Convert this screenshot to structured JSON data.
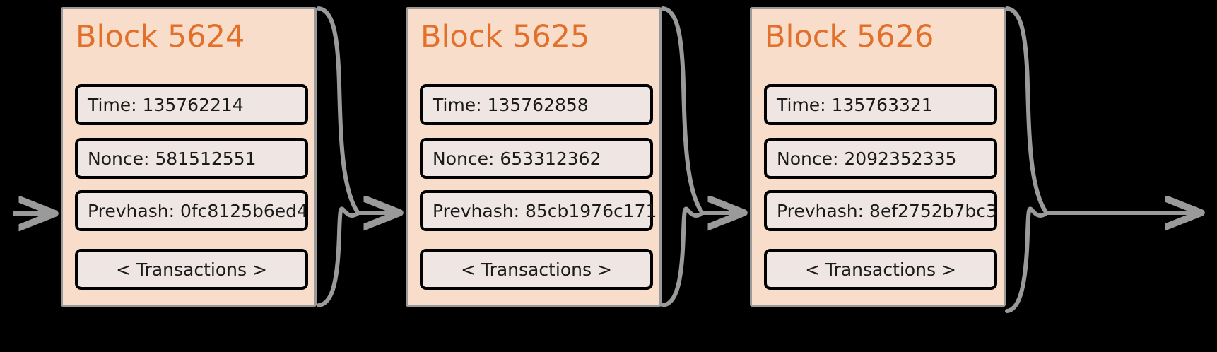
{
  "diagram": {
    "type": "blockchain-chain",
    "background_color": "#000000",
    "block_fill": "#f9ddcb",
    "field_fill": "#efe6e3",
    "title_color": "#e2702a",
    "connector_color": "#9a9a9a",
    "field_border_color": "#000000",
    "blocks": [
      {
        "title": "Block 5624",
        "fields": [
          {
            "label": "Time: 135762214",
            "align": "left"
          },
          {
            "label": "Nonce: 581512551",
            "align": "left"
          },
          {
            "label": "Prevhash: 0fc8125b6ed4",
            "align": "left"
          },
          {
            "label": "< Transactions >",
            "align": "center"
          }
        ]
      },
      {
        "title": "Block 5625",
        "fields": [
          {
            "label": "Time: 135762858",
            "align": "left"
          },
          {
            "label": "Nonce: 653312362",
            "align": "left"
          },
          {
            "label": "Prevhash: 85cb1976c171",
            "align": "left"
          },
          {
            "label": "< Transactions >",
            "align": "center"
          }
        ]
      },
      {
        "title": "Block 5626",
        "fields": [
          {
            "label": "Time: 135763321",
            "align": "left"
          },
          {
            "label": "Nonce: 2092352335",
            "align": "left"
          },
          {
            "label": "Prevhash: 8ef2752b7bc3",
            "align": "left"
          },
          {
            "label": "< Transactions >",
            "align": "center"
          }
        ]
      }
    ],
    "arrows": [
      {
        "name": "incoming-arrow"
      },
      {
        "name": "link-arrow-5624-to-5625"
      },
      {
        "name": "link-arrow-5625-to-5626"
      },
      {
        "name": "outgoing-arrow"
      }
    ]
  }
}
